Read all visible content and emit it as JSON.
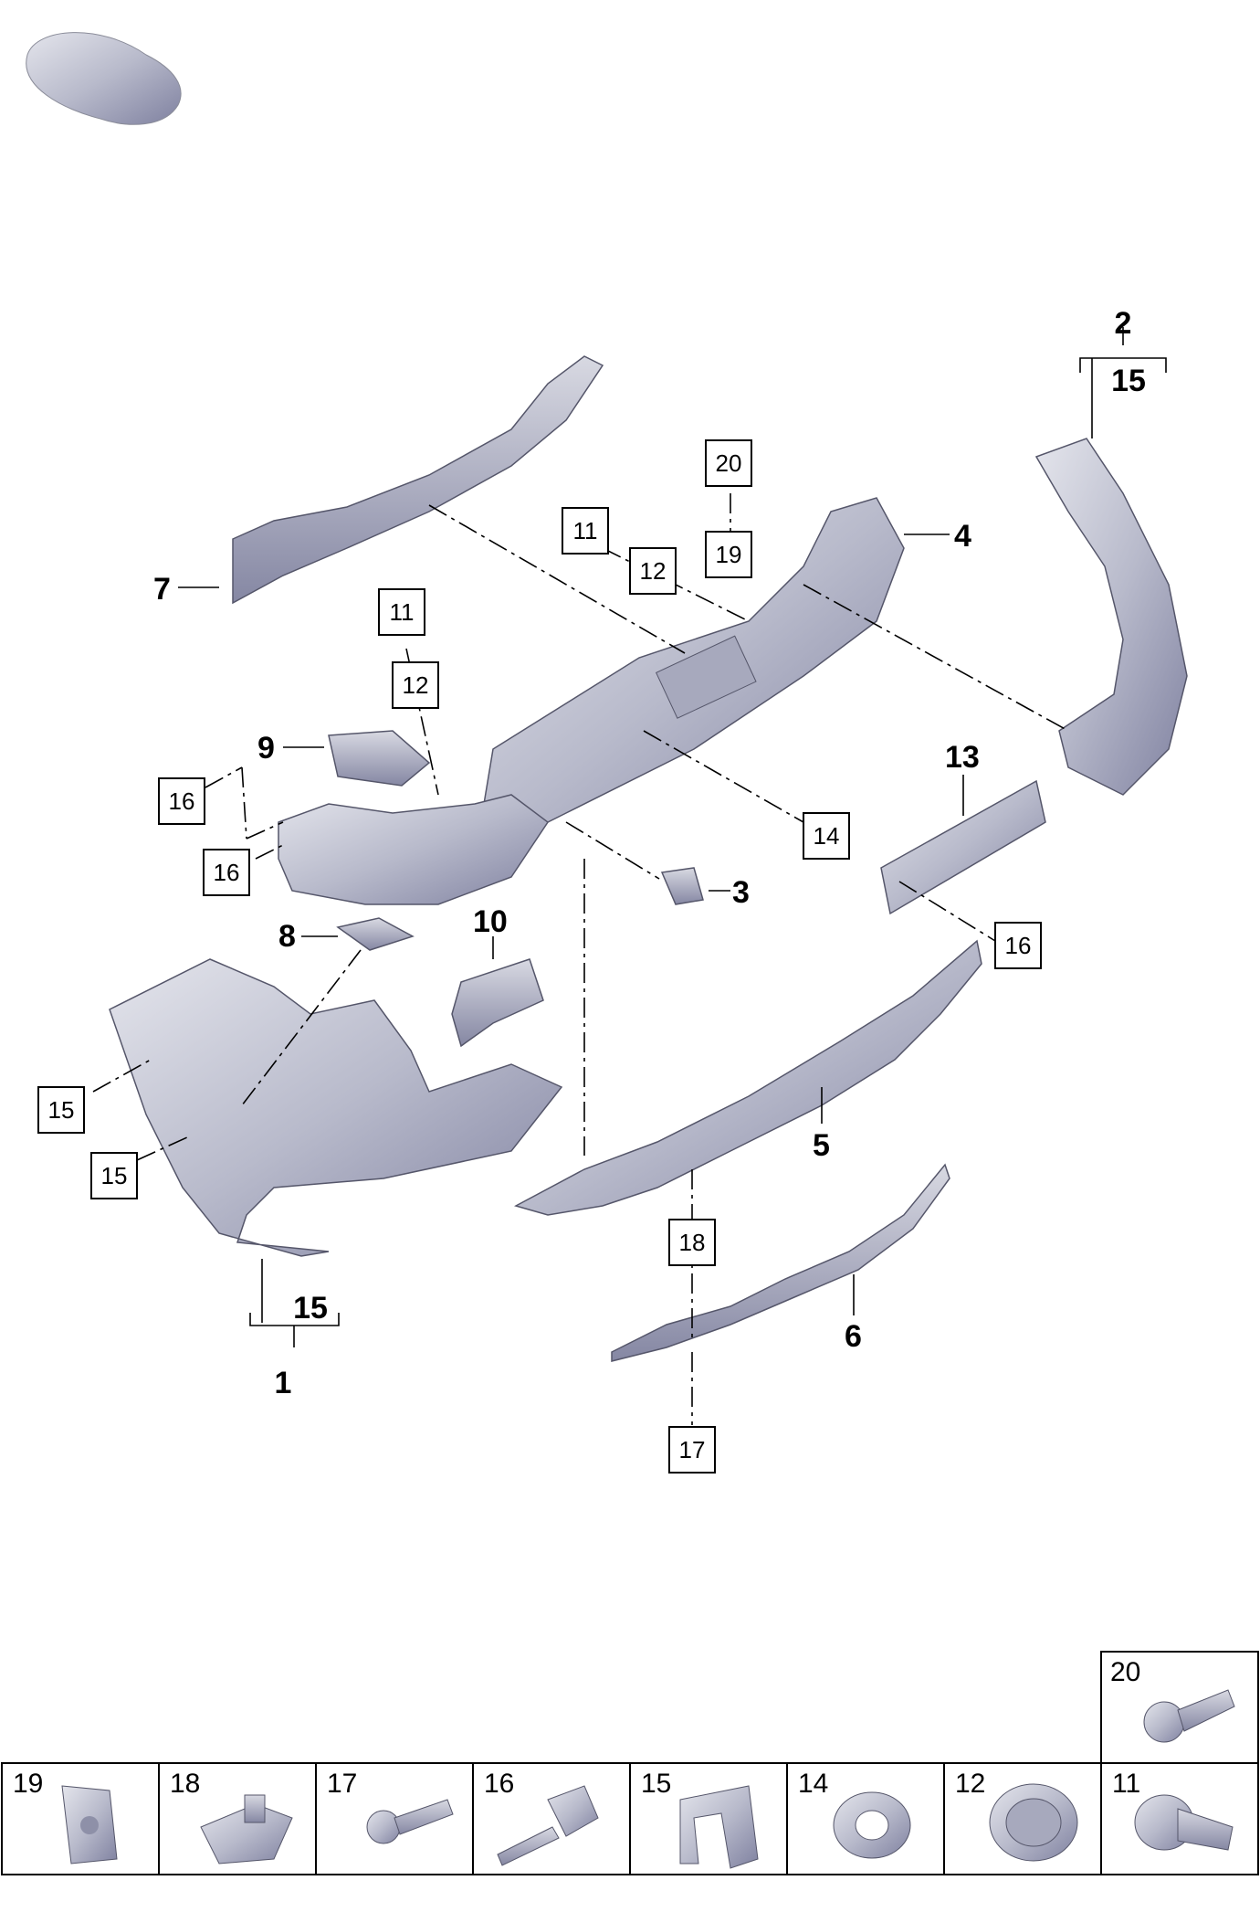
{
  "callouts": [
    {
      "id": "c1",
      "text": "1"
    },
    {
      "id": "c2",
      "text": "2"
    },
    {
      "id": "c3",
      "text": "3"
    },
    {
      "id": "c4",
      "text": "4"
    },
    {
      "id": "c5",
      "text": "5"
    },
    {
      "id": "c6",
      "text": "6"
    },
    {
      "id": "c7",
      "text": "7"
    },
    {
      "id": "c8",
      "text": "8"
    },
    {
      "id": "c9",
      "text": "9"
    },
    {
      "id": "c10",
      "text": "10"
    },
    {
      "id": "c13",
      "text": "13"
    },
    {
      "id": "c15a",
      "text": "15"
    },
    {
      "id": "c15b",
      "text": "15"
    }
  ],
  "boxed_callouts": [
    {
      "id": "b20",
      "text": "20"
    },
    {
      "id": "b19",
      "text": "19"
    },
    {
      "id": "b11a",
      "text": "11"
    },
    {
      "id": "b12a",
      "text": "12"
    },
    {
      "id": "b11b",
      "text": "11"
    },
    {
      "id": "b12b",
      "text": "12"
    },
    {
      "id": "b16a",
      "text": "16"
    },
    {
      "id": "b16b",
      "text": "16"
    },
    {
      "id": "b14",
      "text": "14"
    },
    {
      "id": "b16c",
      "text": "16"
    },
    {
      "id": "b15a",
      "text": "15"
    },
    {
      "id": "b15b",
      "text": "15"
    },
    {
      "id": "b18",
      "text": "18"
    },
    {
      "id": "b17",
      "text": "17"
    }
  ],
  "hardware_table": [
    {
      "text": "20",
      "item": "bolt"
    },
    {
      "text": "19",
      "item": "clip nut"
    },
    {
      "text": "18",
      "item": "clip nut"
    },
    {
      "text": "17",
      "item": "screw"
    },
    {
      "text": "16",
      "item": "expanding rivet"
    },
    {
      "text": "15",
      "item": "clip"
    },
    {
      "text": "14",
      "item": "seal ring"
    },
    {
      "text": "12",
      "item": "sensor ring"
    },
    {
      "text": "11",
      "item": "park sensor"
    }
  ],
  "colors": {
    "part_fill": "#c4c7d4",
    "part_shadow": "#8e90a8",
    "line": "#000000"
  }
}
